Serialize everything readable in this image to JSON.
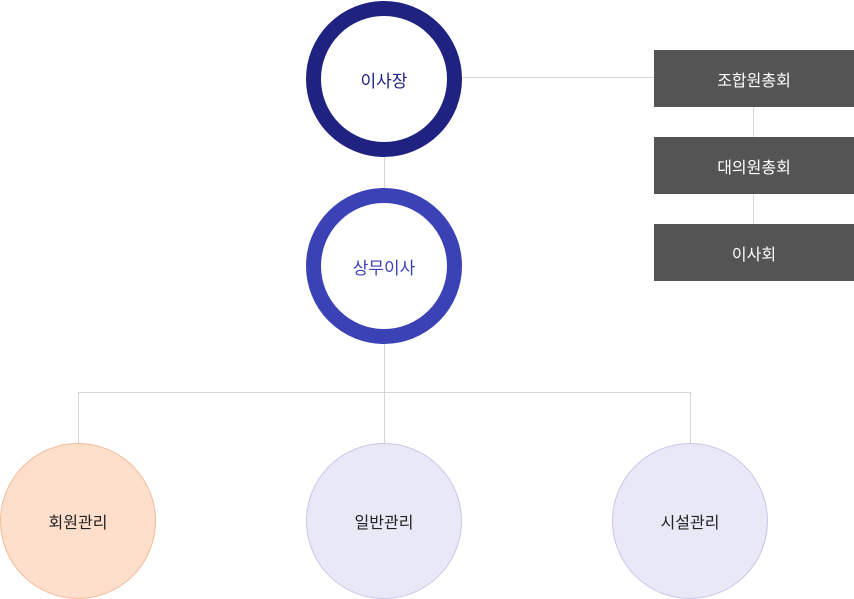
{
  "chairman": {
    "label": "이사장",
    "color": "#1f2280"
  },
  "executive": {
    "label": "상무이사",
    "color": "#3b42b6"
  },
  "councils": [
    {
      "label": "조합원총회"
    },
    {
      "label": "대의원총회"
    },
    {
      "label": "이사회"
    }
  ],
  "departments": [
    {
      "label": "회원관리",
      "color": "#fddfcc"
    },
    {
      "label": "일반관리",
      "color": "#e8e8f6"
    },
    {
      "label": "시설관리",
      "color": "#e8e8f6"
    }
  ]
}
